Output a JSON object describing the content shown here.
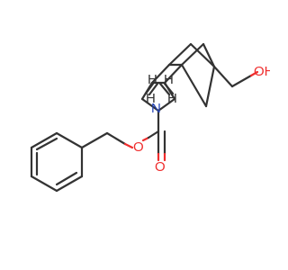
{
  "molecule": {
    "atom_labels": {
      "hydroxyl": "OH",
      "ring_nitrogen": "N",
      "ether_oxygen": "O",
      "carbonyl_oxygen": "O",
      "stereo_h1": "H",
      "stereo_h2": "H",
      "stereo_h3": "H",
      "stereo_h4": "H"
    },
    "colors": {
      "bond": "#333333",
      "oxygen": "#ef2d2d",
      "nitrogen": "#1f3fb4",
      "hydrogen": "#333333"
    }
  }
}
